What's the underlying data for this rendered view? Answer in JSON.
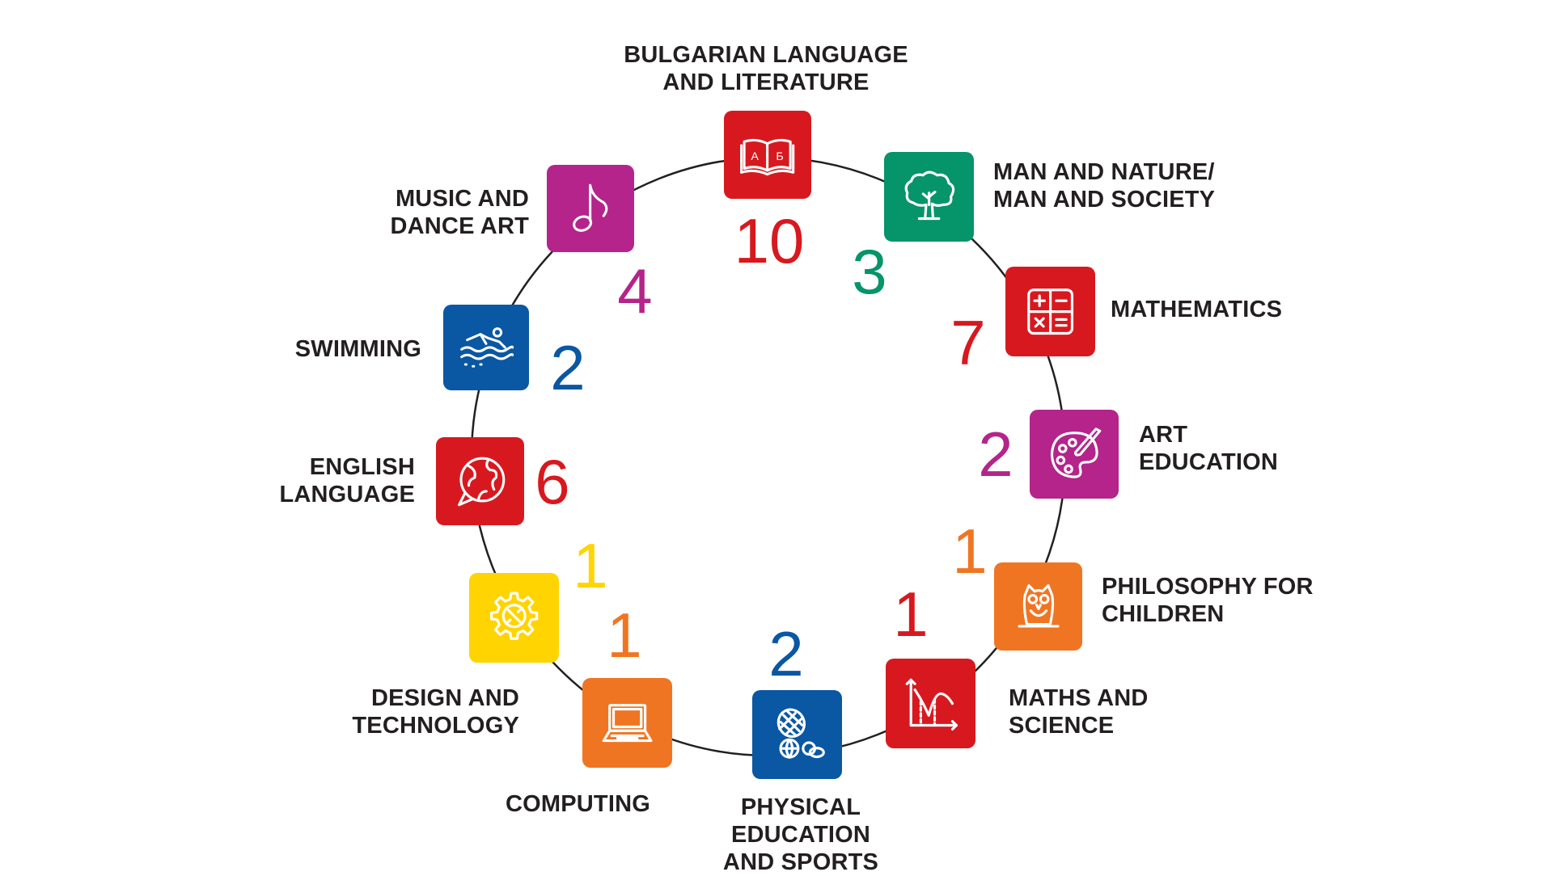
{
  "subjects": [
    {
      "id": "bulgarian",
      "label_lines": [
        "BULGARIAN LANGUAGE",
        "AND LITERATURE"
      ],
      "value": "10",
      "color": "#d7191f",
      "icon": "open-book-icon",
      "book_letters": [
        "А",
        "Б"
      ]
    },
    {
      "id": "man-nature",
      "label_lines": [
        "MAN AND NATURE/",
        "MAN AND SOCIETY"
      ],
      "value": "3",
      "color": "#06946a",
      "icon": "tree-icon"
    },
    {
      "id": "mathematics",
      "label_lines": [
        "MATHEMATICS"
      ],
      "value": "7",
      "color": "#d7191f",
      "icon": "calculator-icon"
    },
    {
      "id": "art",
      "label_lines": [
        "ART",
        "EDUCATION"
      ],
      "value": "2",
      "color": "#b4248a",
      "icon": "palette-icon"
    },
    {
      "id": "philosophy",
      "label_lines": [
        "PHILOSOPHY FOR",
        "CHILDREN"
      ],
      "value": "1",
      "color": "#f07522",
      "icon": "owl-icon"
    },
    {
      "id": "maths-science",
      "label_lines": [
        "MATHS AND",
        "SCIENCE"
      ],
      "value": "1",
      "color": "#d7191f",
      "icon": "graph-icon"
    },
    {
      "id": "pe",
      "label_lines": [
        "PHYSICAL",
        "EDUCATION",
        "AND SPORTS"
      ],
      "value": "2",
      "color": "#0a57a3",
      "icon": "sports-balls-icon"
    },
    {
      "id": "computing",
      "label_lines": [
        "COMPUTING"
      ],
      "value": "1",
      "color": "#f07522",
      "icon": "laptop-icon"
    },
    {
      "id": "design",
      "label_lines": [
        "DESIGN AND",
        "TECHNOLOGY"
      ],
      "value": "1",
      "color": "#ffd400",
      "icon": "gear-wrench-icon"
    },
    {
      "id": "english",
      "label_lines": [
        "ENGLISH",
        "LANGUAGE"
      ],
      "value": "6",
      "color": "#d7191f",
      "icon": "globe-speech-icon"
    },
    {
      "id": "swimming",
      "label_lines": [
        "SWIMMING"
      ],
      "value": "2",
      "color": "#0a57a3",
      "icon": "swimmer-icon"
    },
    {
      "id": "music",
      "label_lines": [
        "MUSIC AND",
        "DANCE ART"
      ],
      "value": "4",
      "color": "#b4248a",
      "icon": "music-note-icon"
    }
  ]
}
